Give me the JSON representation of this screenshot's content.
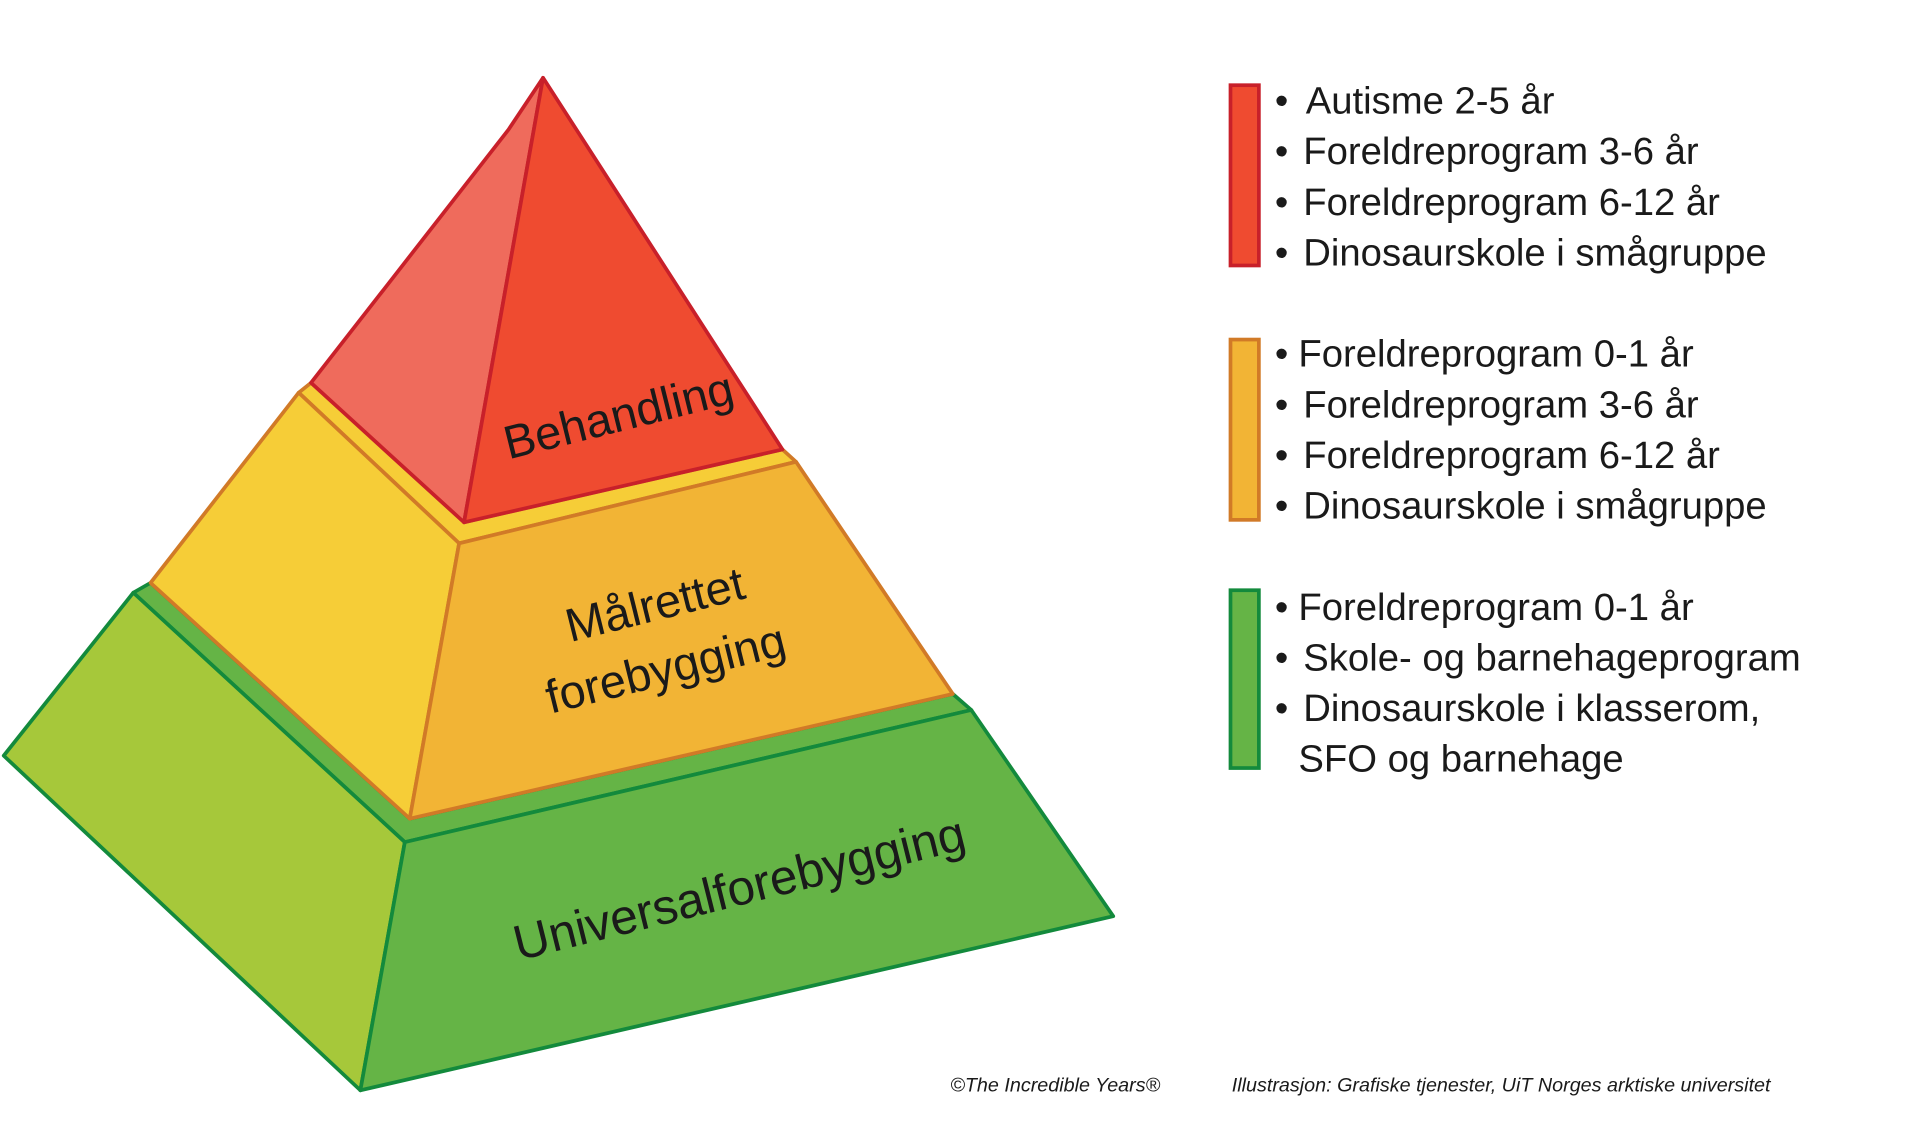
{
  "colors": {
    "red": "#ef4b30",
    "red_light": "#ef6b5c",
    "red_stroke": "#c8202a",
    "yellow": "#f2b435",
    "yellow_light": "#f6cd37",
    "yellow_stroke": "#d17a27",
    "green": "#65b446",
    "green_light": "#a6c83a",
    "green_stroke": "#138a3c"
  },
  "pyramid": {
    "top": "Behandling",
    "middle_line1": "Målrettet",
    "middle_line2": "forebygging",
    "bottom": "Universalforebygging"
  },
  "legend": {
    "red": [
      "Autisme 2-5 år",
      "Foreldreprogram 3-6 år",
      "Foreldreprogram 6-12 år",
      "Dinosaurskole i smågruppe"
    ],
    "yellow": [
      "Foreldreprogram 0-1 år",
      "Foreldreprogram 3-6 år",
      "Foreldreprogram 6-12 år",
      "Dinosaurskole i smågruppe"
    ],
    "green": [
      "Foreldreprogram 0-1 år",
      "Skole- og barnehageprogram",
      "Dinosaurskole i klasserom,",
      "SFO og barnehage"
    ],
    "bullet": "•"
  },
  "footer": {
    "copyright": "©The Incredible Years®",
    "credit": "Illustrasjon: Grafiske tjenester, UiT Norges arktiske universitet"
  }
}
